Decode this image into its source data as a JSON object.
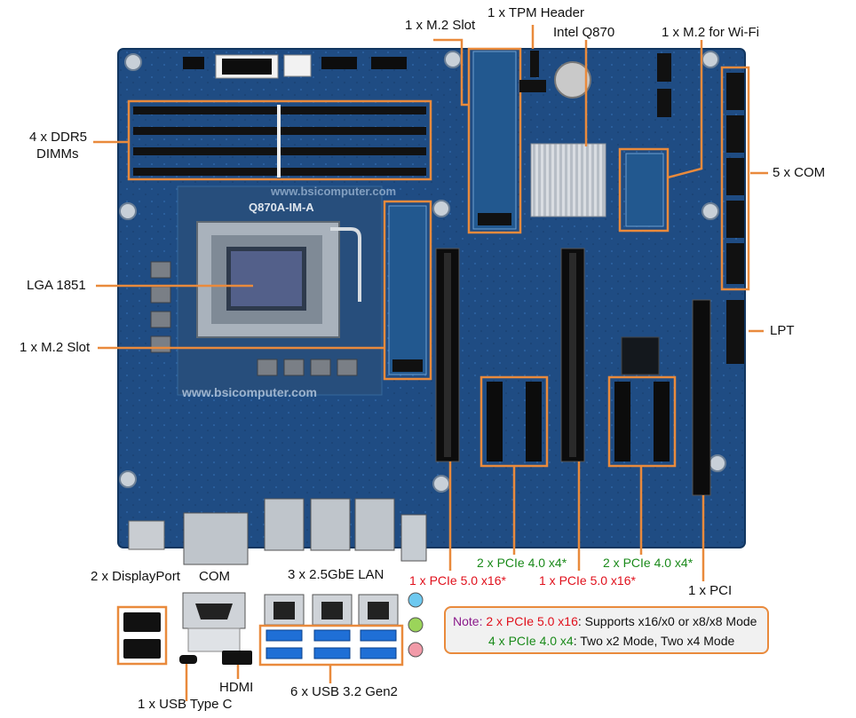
{
  "labels": {
    "m2_slot_top": "1 x M.2 Slot",
    "tpm": "1 x TPM Header",
    "chipset": "Intel Q870",
    "m2_wifi": "1 x M.2 for Wi-Fi",
    "ddr5_line1": "4 x DDR5",
    "ddr5_line2": "DIMMs",
    "com5": "5 x COM",
    "socket": "LGA 1851",
    "lpt": "LPT",
    "m2_slot_left": "1 x M.2 Slot",
    "pcie4_left": "2 x PCIe 4.0 x4*",
    "pcie4_right": "2 x PCIe 4.0 x4*",
    "pcie5_left": "1 x PCIe 5.0  x16*",
    "pcie5_right": "1 x PCIe 5.0 x16*",
    "pci": "1 x PCI",
    "displayport": "2 x DisplayPort",
    "com_io": "COM",
    "lan": "3 x 2.5GbE LAN",
    "usb_c": "1 x USB Type C",
    "hdmi": "HDMI",
    "usb32": "6 x USB 3.2 Gen2"
  },
  "watermark": "www.bsicomputer.com",
  "board_text": {
    "model": "Q870A-IM-A"
  },
  "note": {
    "prefix": "Note:",
    "line1_key": "2 x PCIe 5.0 x16",
    "line1_text": ": Supports x16/x0 or x8/x8 Mode",
    "line2_key": "4 x PCIe 4.0 x4",
    "line2_text": ": Two x2 Mode, Two x4 Mode"
  },
  "colors": {
    "board": "#1e4a80",
    "highlight": "#e98a3c",
    "pcie4_label": "#1a8a1a",
    "pcie5_label": "#e0101c",
    "note_prefix": "#8b1a8b"
  }
}
